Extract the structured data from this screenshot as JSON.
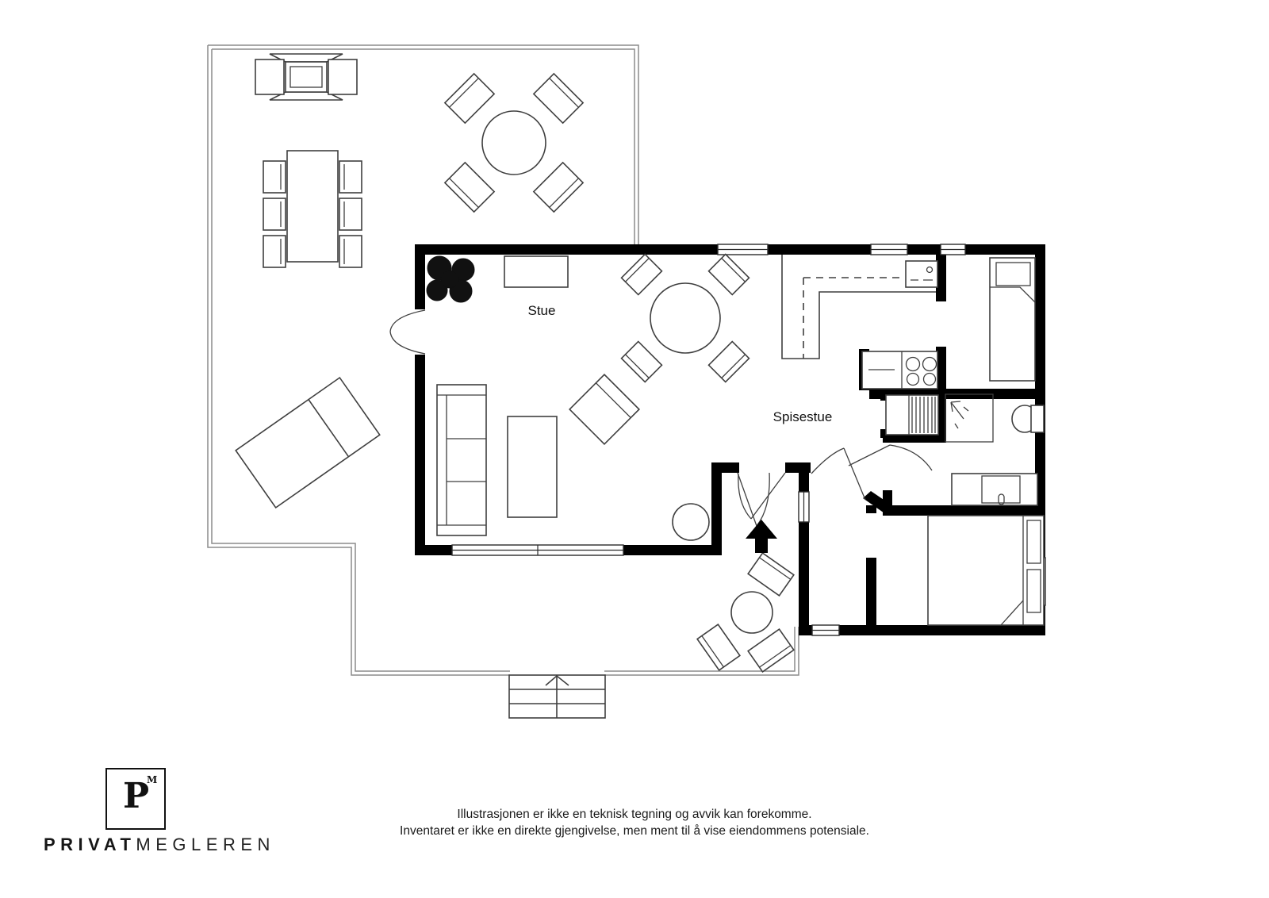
{
  "floorplan": {
    "rooms": [
      {
        "id": "stue",
        "label": "Stue"
      },
      {
        "id": "spisestue",
        "label": "Spisestue"
      }
    ],
    "colors": {
      "bg": "#ffffff",
      "wall": "#000000",
      "line": "#3f3f3f",
      "deck": "#8c8c8c"
    }
  },
  "branding": {
    "logo_letter": "P",
    "logo_mark": "M",
    "brand_bold": "PRIVAT",
    "brand_light": "MEGLEREN"
  },
  "disclaimer": {
    "line1": "Illustrasjonen er ikke en teknisk tegning og avvik kan forekomme.",
    "line2": "Inventaret er ikke en direkte gjengivelse, men ment til å vise eiendommens potensiale."
  }
}
